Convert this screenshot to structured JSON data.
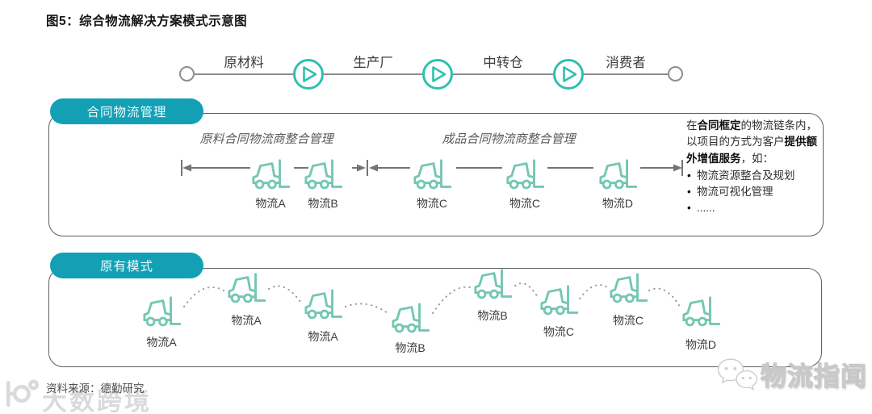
{
  "page": {
    "title": "图5：综合物流解决方案模式示意图"
  },
  "flow": {
    "stations": [
      "原材料",
      "生产厂",
      "中转仓",
      "消费者"
    ]
  },
  "contract_section": {
    "tab_label": "合同物流管理",
    "raw_span_label": "原料合同物流商整合管理",
    "finished_span_label": "成品合同物流商整合管理",
    "forklifts": [
      "物流A",
      "物流B",
      "物流C",
      "物流C",
      "物流D"
    ],
    "note": {
      "seg1": "在",
      "seg2": "合同框定",
      "seg3": "的物流链条内，以项目的方式为客户",
      "seg4": "提供额外增值服务",
      "seg5": "，如：",
      "bullets": [
        "物流资源整合及规划",
        "物流可视化管理",
        "......"
      ]
    }
  },
  "legacy_section": {
    "tab_label": "原有模式",
    "forklifts": [
      "物流A",
      "物流A",
      "物流A",
      "物流B",
      "物流B",
      "物流C",
      "物流C",
      "物流D"
    ]
  },
  "footer": {
    "source": "资料来源：德勤研究",
    "watermark_left": "大数跨境",
    "watermark_right": "物流指闻"
  },
  "colors": {
    "tab_teal": "#13A0B5",
    "forklift_green": "#74C7B2",
    "play_teal": "#2EC0B0",
    "line_gray": "#8e8e8e"
  }
}
